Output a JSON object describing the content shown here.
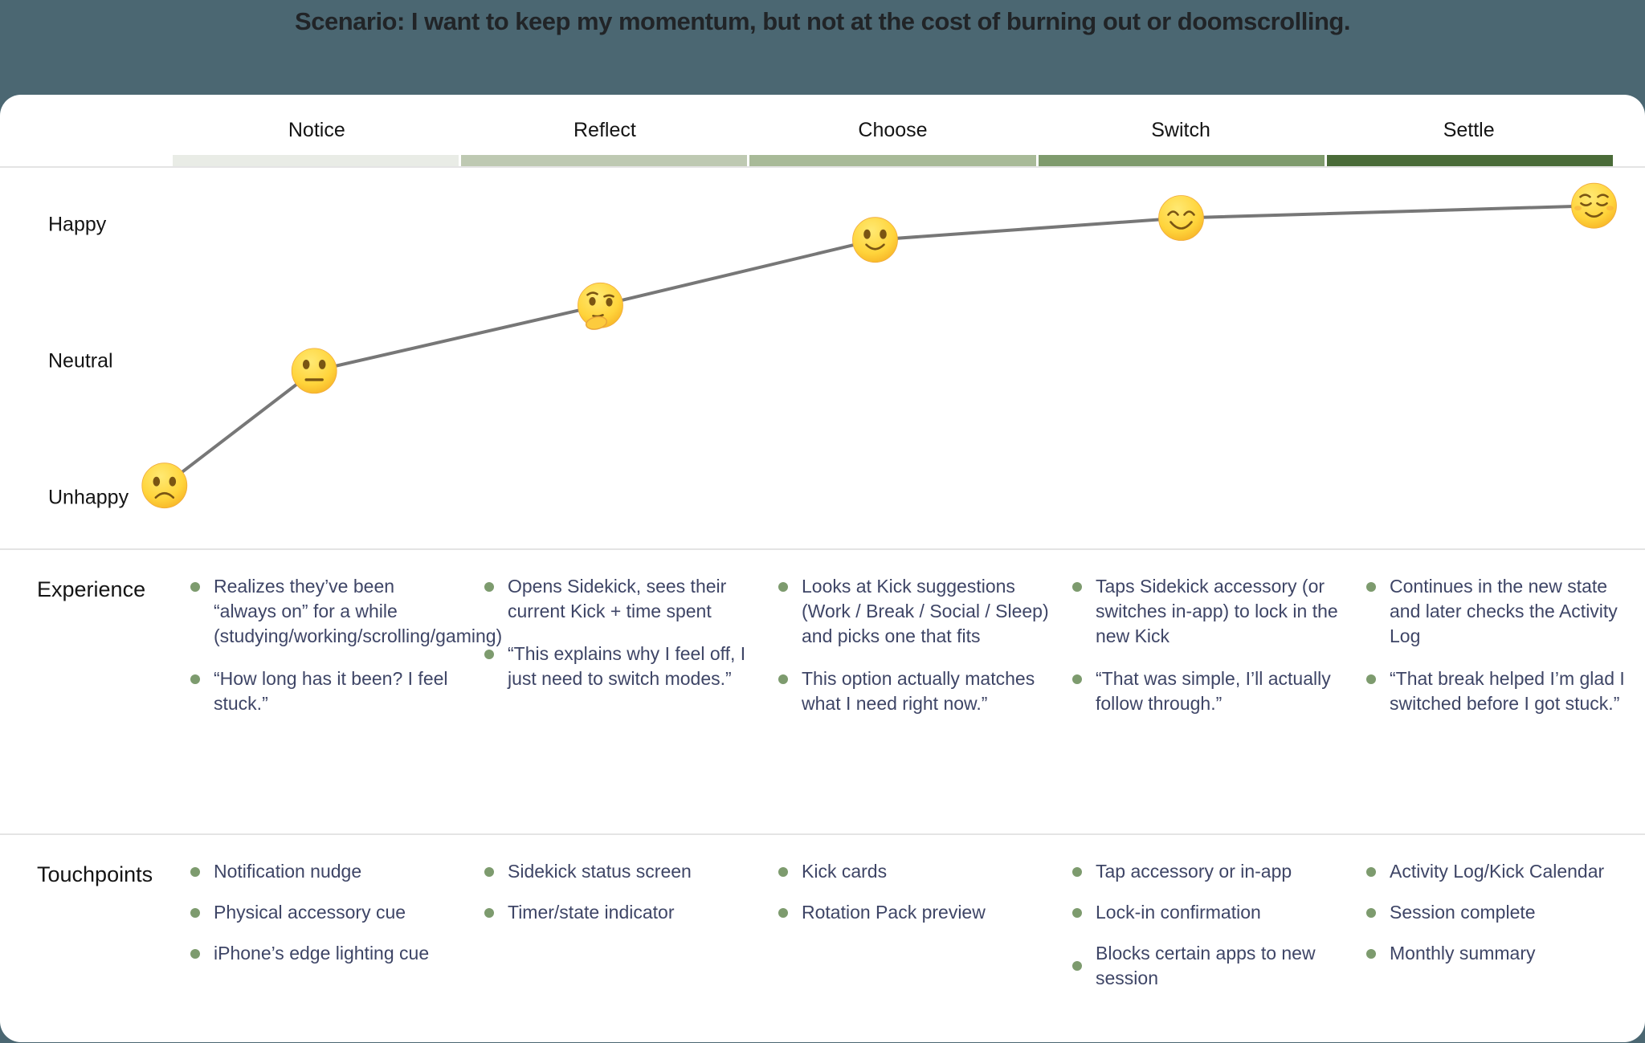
{
  "banner": {
    "title": "Scenario: I want to keep my momentum, but not at the cost of burning out or doomscrolling.",
    "background_color": "#4b6772"
  },
  "stages": [
    {
      "label": "Notice",
      "bar_color": "#e9ece6"
    },
    {
      "label": "Reflect",
      "bar_color": "#bec9b2"
    },
    {
      "label": "Choose",
      "bar_color": "#a8ba98"
    },
    {
      "label": "Switch",
      "bar_color": "#7f9b6d"
    },
    {
      "label": "Settle",
      "bar_color": "#4a6b38"
    }
  ],
  "bullet_color": "#7d9b6e",
  "chart_data": {
    "type": "line",
    "title": "Emotion curve across journey stages",
    "x_axis_stages": [
      "Notice",
      "Reflect",
      "Choose",
      "Switch",
      "Settle"
    ],
    "y_axis_labels": [
      "Happy",
      "Neutral",
      "Unhappy"
    ],
    "mood_scale": {
      "happy": 1,
      "neutral": 0,
      "unhappy": -1
    },
    "line_color": "#777777",
    "points": [
      {
        "emoji": "frowning-face",
        "mood": -0.91,
        "x_frac": 0.1
      },
      {
        "emoji": "neutral-face",
        "mood": -0.07,
        "x_frac": 0.191
      },
      {
        "emoji": "thinking-face",
        "mood": 0.41,
        "x_frac": 0.365
      },
      {
        "emoji": "slightly-smiling-face",
        "mood": 0.89,
        "x_frac": 0.532
      },
      {
        "emoji": "smiling-face-with-smiling-eyes",
        "mood": 1.05,
        "x_frac": 0.718
      },
      {
        "emoji": "smiling-face-with-closed-eyes",
        "mood": 1.14,
        "x_frac": 0.969
      }
    ]
  },
  "rows": {
    "experience": {
      "label": "Experience",
      "columns": [
        {
          "stage": "Notice",
          "items": [
            "Realizes they’ve been “always on” for a while (studying/working/scrolling/gaming)",
            "“How long has it been? I feel stuck.”"
          ]
        },
        {
          "stage": "Reflect",
          "items": [
            "Opens Sidekick, sees their current Kick + time spent",
            "“This explains why I feel off, I just need to switch modes.”"
          ]
        },
        {
          "stage": "Choose",
          "items": [
            "Looks at Kick suggestions (Work / Break / Social / Sleep) and picks one that fits",
            "This option actually matches what I need right now.”"
          ]
        },
        {
          "stage": "Switch",
          "items": [
            "Taps Sidekick accessory (or switches in-app) to lock in the new Kick",
            "“That was simple, I’ll actually follow through.”"
          ]
        },
        {
          "stage": "Settle",
          "items": [
            "Continues in the new state and later checks the Activity Log",
            "“That break helped I’m glad I switched before I got stuck.”"
          ]
        }
      ]
    },
    "touchpoints": {
      "label": "Touchpoints",
      "columns": [
        {
          "stage": "Notice",
          "items": [
            "Notification nudge",
            "Physical accessory cue",
            "iPhone’s edge lighting cue"
          ]
        },
        {
          "stage": "Reflect",
          "items": [
            "Sidekick status screen",
            "Timer/state indicator"
          ]
        },
        {
          "stage": "Choose",
          "items": [
            "Kick cards",
            "Rotation Pack preview"
          ]
        },
        {
          "stage": "Switch",
          "items": [
            "Tap accessory or in-app",
            "Lock-in confirmation",
            "Blocks certain apps to new session"
          ]
        },
        {
          "stage": "Settle",
          "items": [
            "Activity Log/Kick Calendar",
            "Session complete",
            "Monthly summary"
          ]
        }
      ]
    }
  }
}
